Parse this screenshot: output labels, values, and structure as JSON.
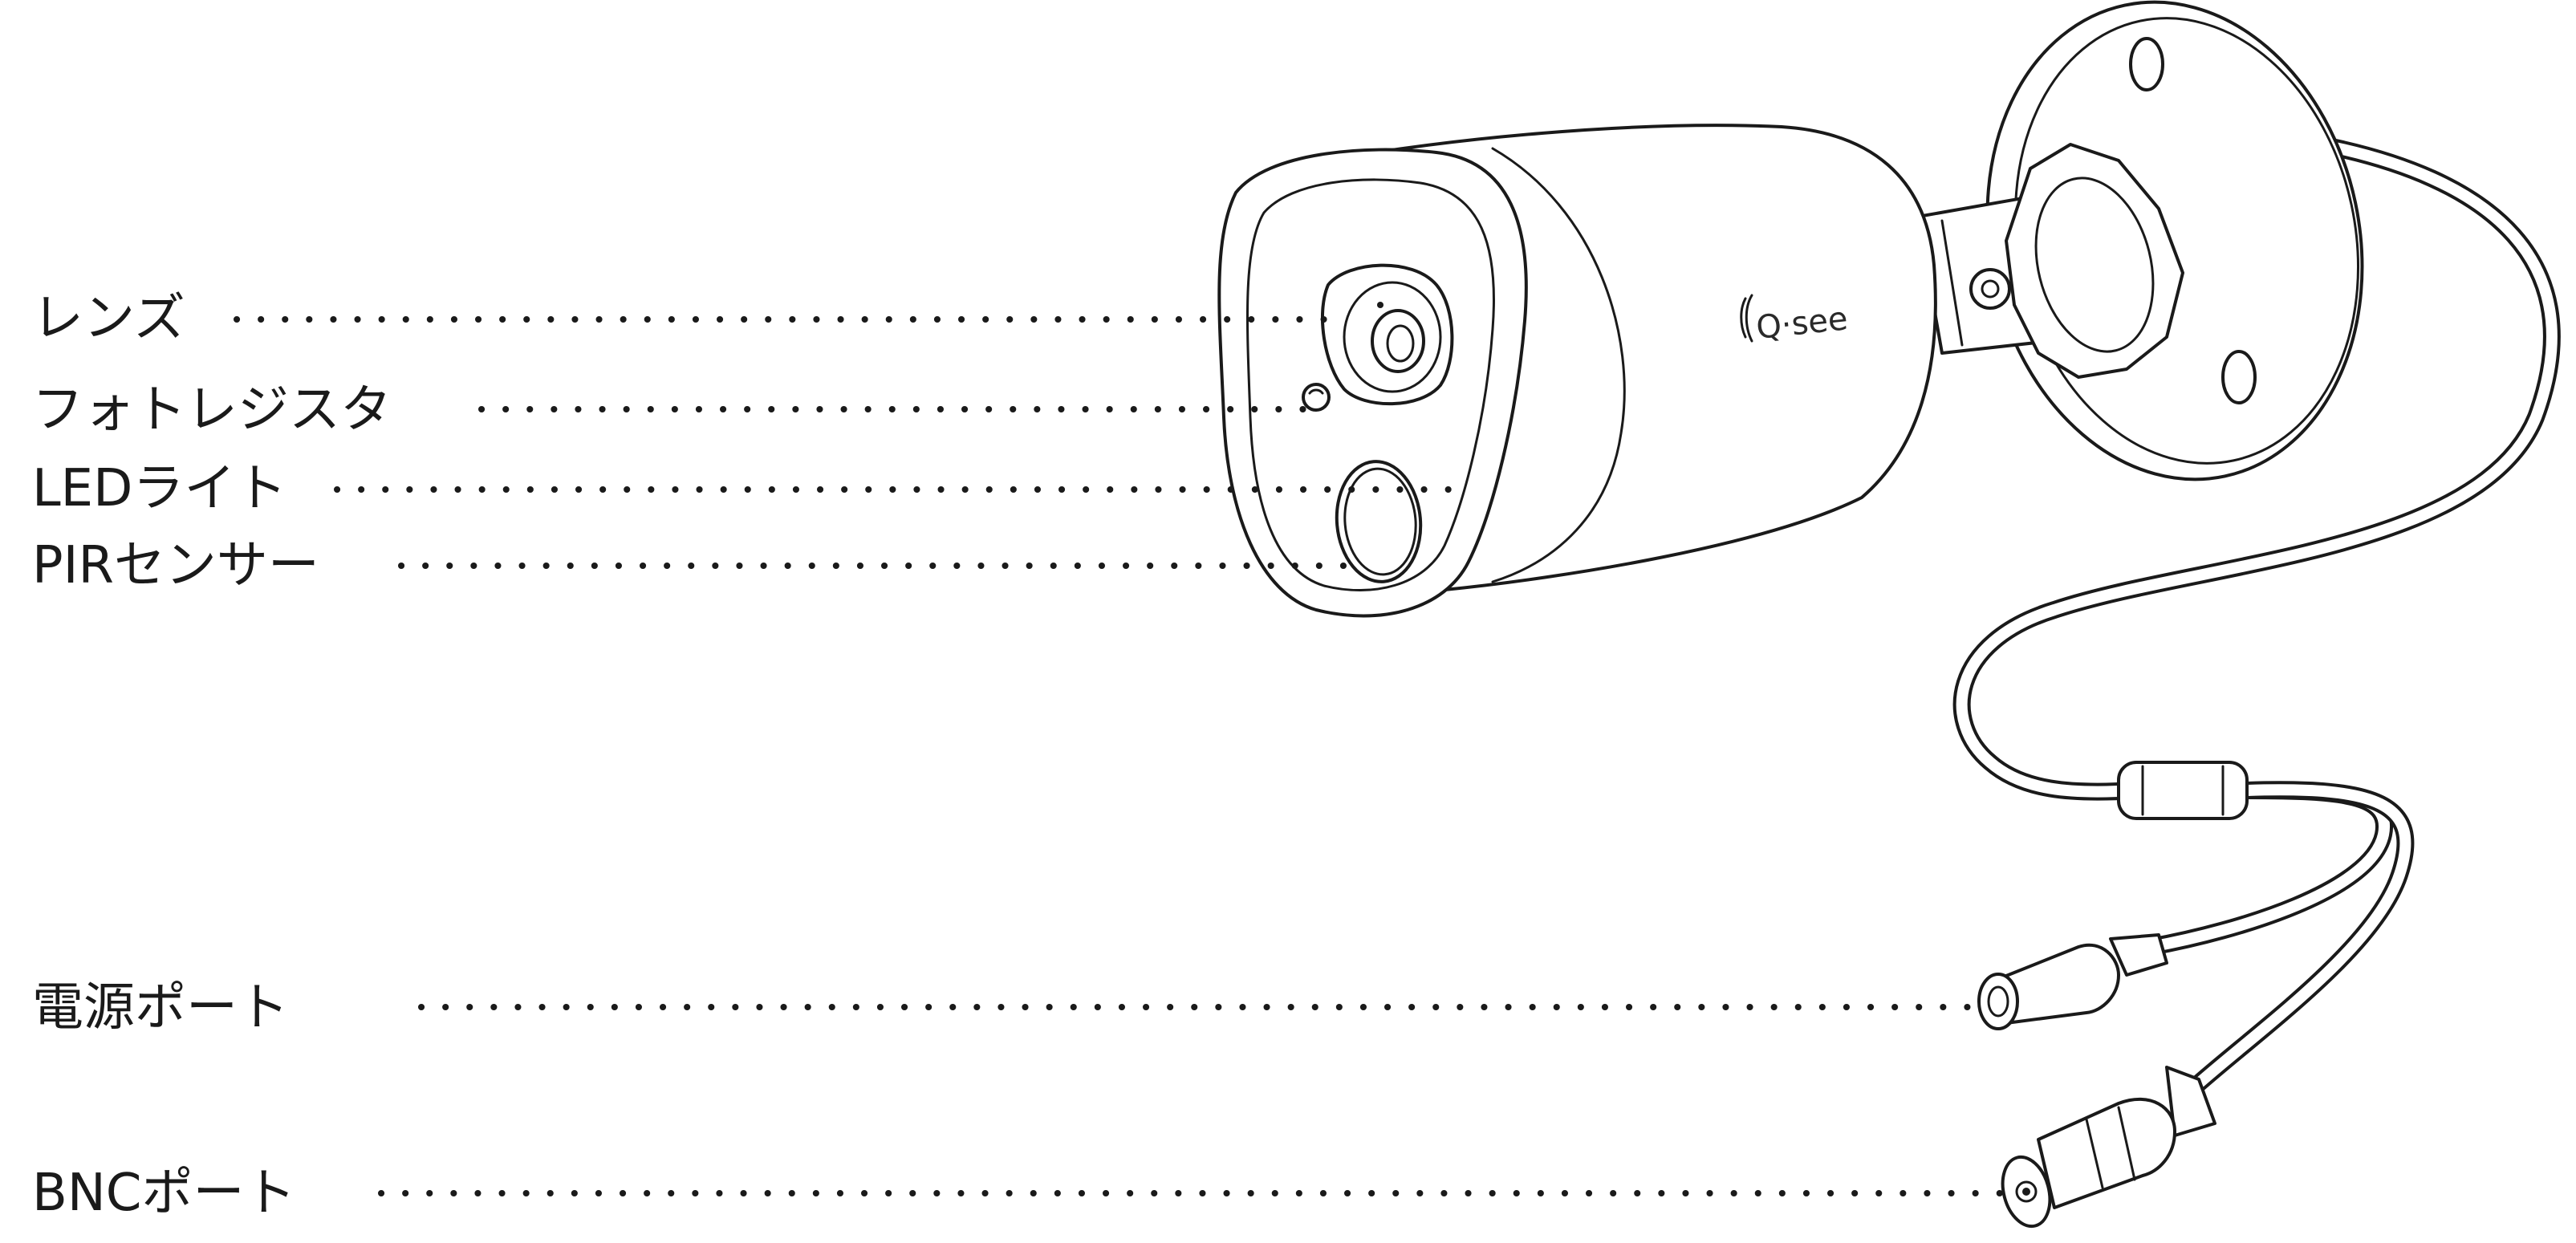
{
  "brand": {
    "logo_text": "Q·see"
  },
  "labels": [
    {
      "id": "lens",
      "text": "レンズ"
    },
    {
      "id": "photoresistor",
      "text": "フォトレジスタ"
    },
    {
      "id": "led-light",
      "text": "LEDライト"
    },
    {
      "id": "pir-sensor",
      "text": "PIRセンサー"
    },
    {
      "id": "power-port",
      "text": "電源ポート"
    },
    {
      "id": "bnc-port",
      "text": "BNCポート"
    }
  ],
  "colors": {
    "line": "#1a1a1a",
    "background": "#ffffff"
  }
}
